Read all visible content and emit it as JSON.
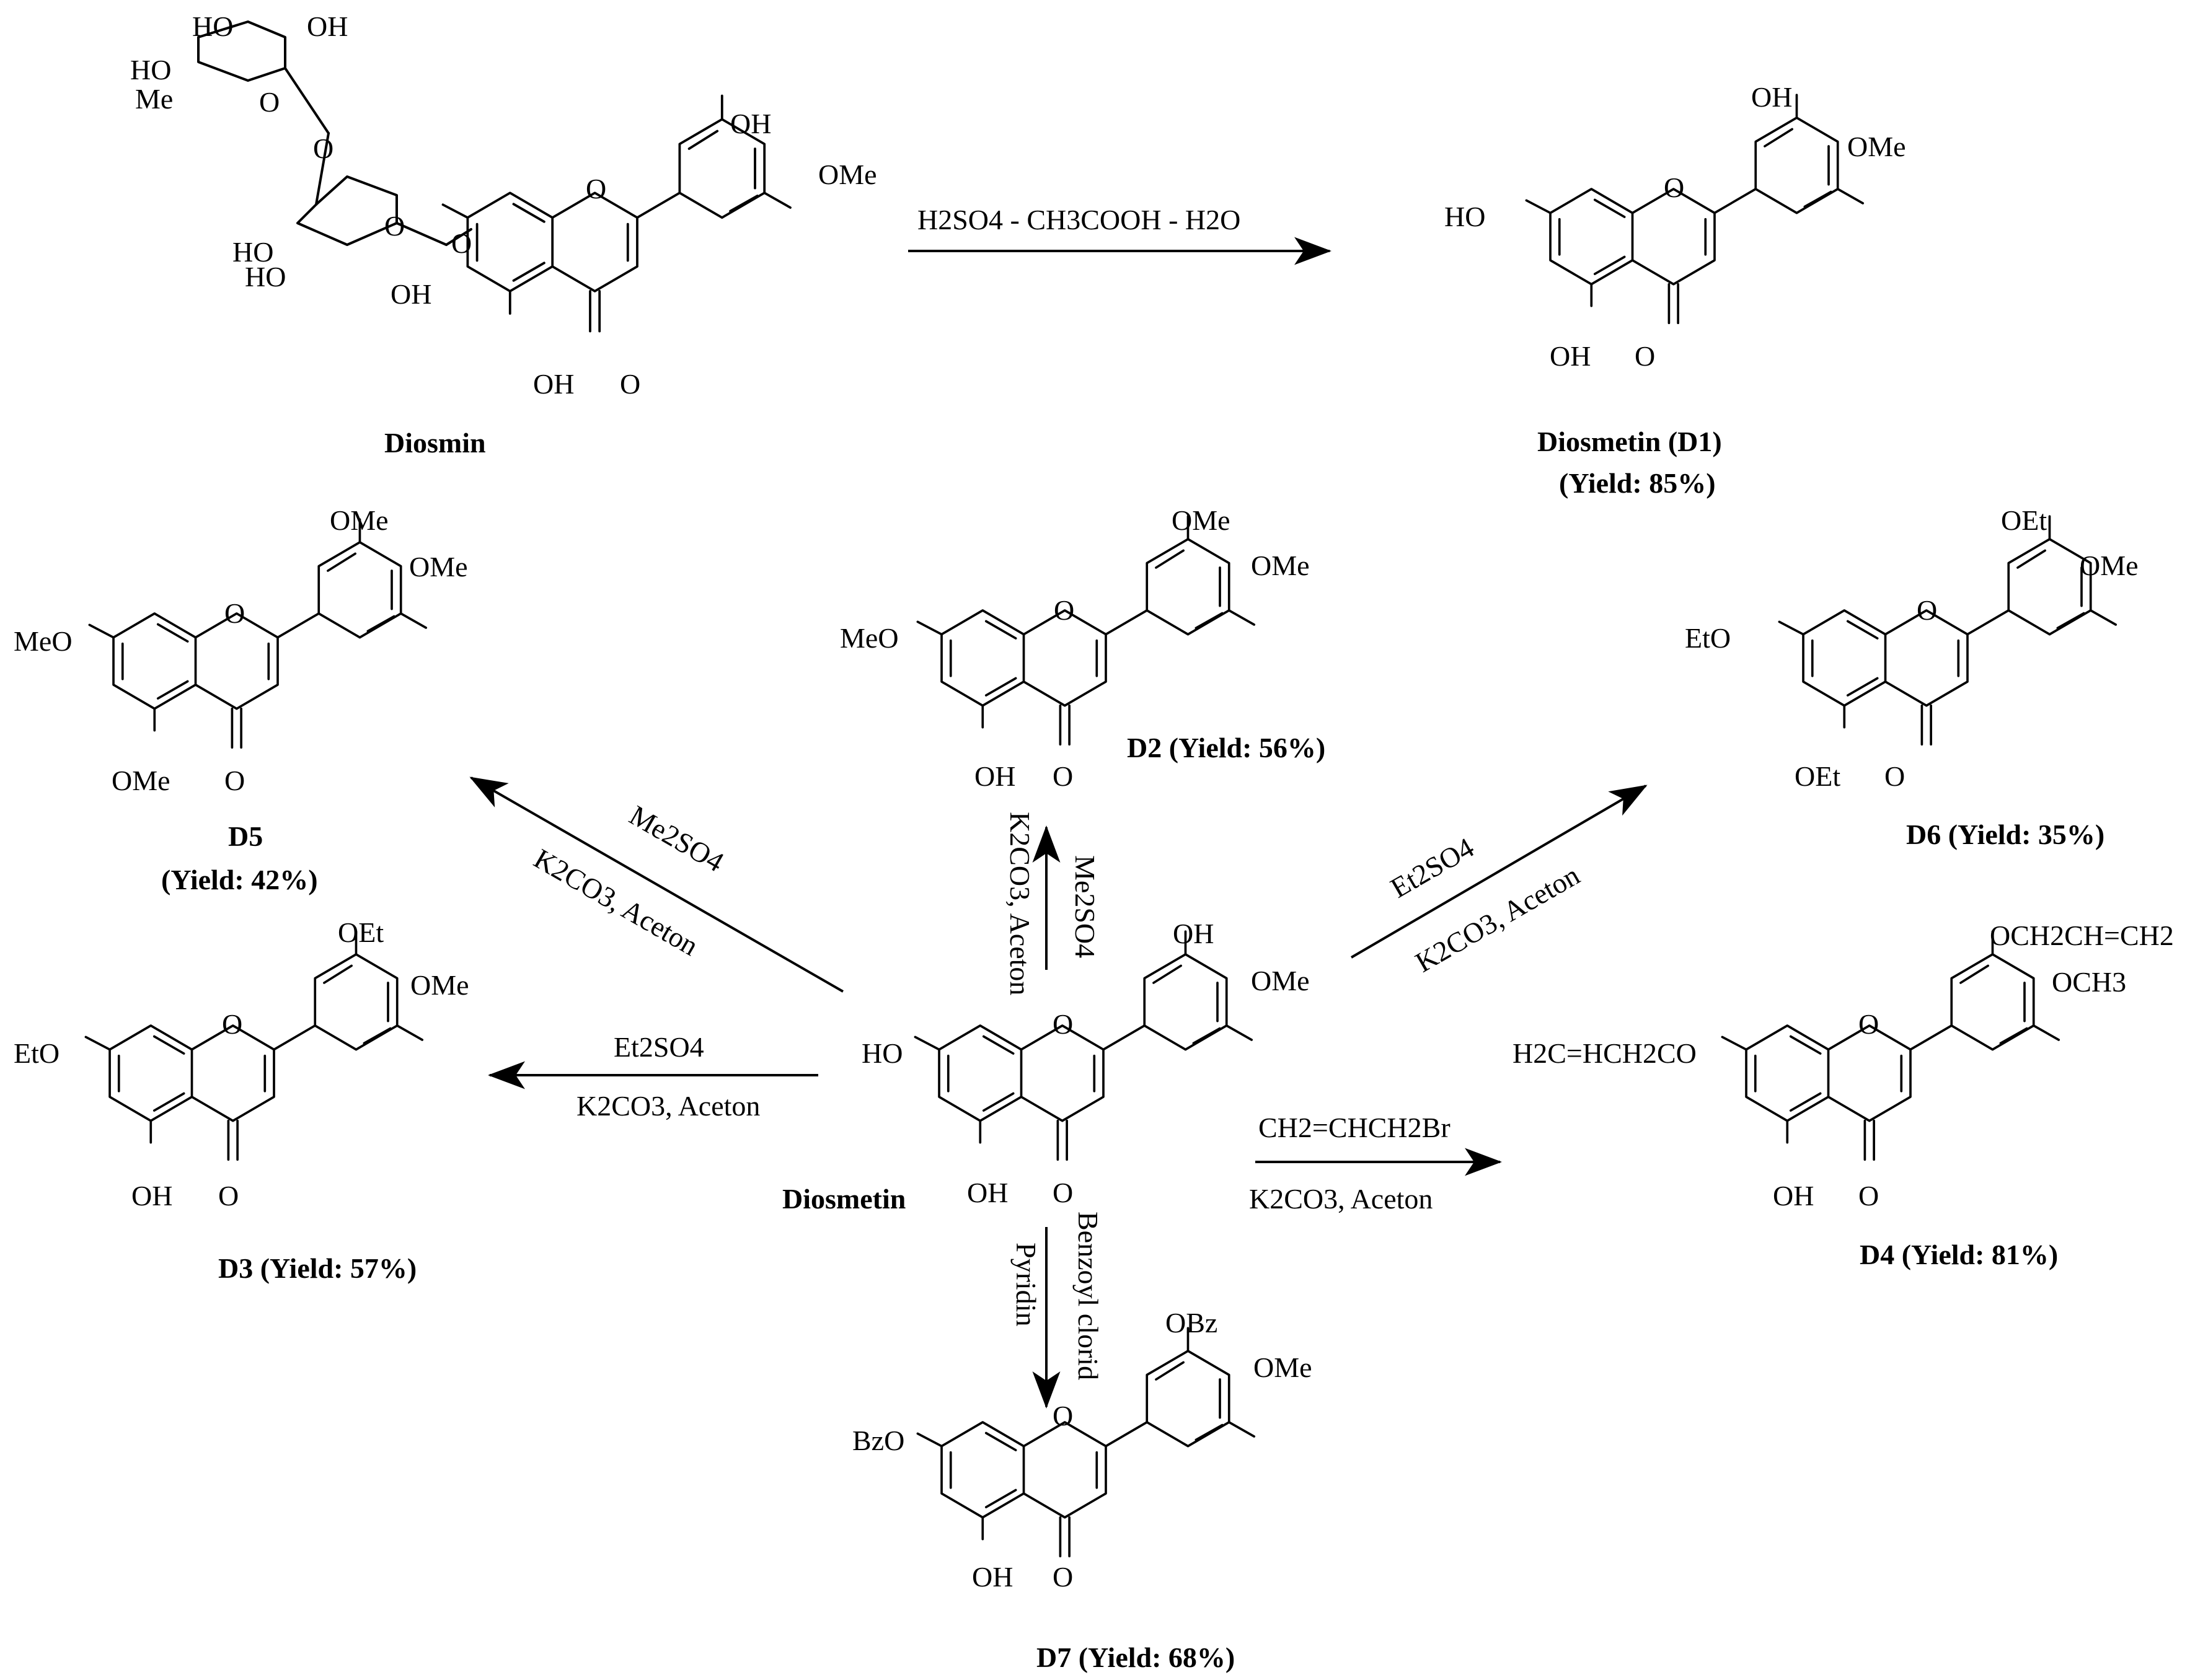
{
  "compounds": {
    "diosmin": {
      "name": "Diosmin"
    },
    "d1": {
      "name": "Diosmetin (D1)",
      "yield": "(Yield: 85%)"
    },
    "d2": {
      "label": "D2 (Yield: 56%)"
    },
    "d3": {
      "label": "D3 (Yield: 57%)"
    },
    "d4": {
      "label": "D4 (Yield: 81%)"
    },
    "d5": {
      "name": "D5",
      "yield": "(Yield: 42%)"
    },
    "d6": {
      "label": "D6 (Yield: 35%)"
    },
    "d7": {
      "label": "D7 (Yield: 68%)"
    },
    "center": {
      "name": "Diosmetin"
    }
  },
  "substituents": {
    "oh": "OH",
    "ho": "HO",
    "o": "O",
    "me": "Me",
    "ome": "OMe",
    "meo": "MeO",
    "oet": "OEt",
    "eto": "EtO",
    "obz": "OBz",
    "bzo": "BzO",
    "och3": "OCH3",
    "allyl_o": "OCH2CH=CH2",
    "allyl_oh": "H2C=HCH2CO"
  },
  "reagents": {
    "hydrolysis": "H2SO4 - CH3COOH - H2O",
    "me2so4": "Me2SO4",
    "et2so4": "Et2SO4",
    "k2co3_aceton": "K2CO3, Aceton",
    "allyl_bromide": "CH2=CHCH2Br",
    "benzoyl": "Benzoyl clorid",
    "pyridin": "Pyridin"
  }
}
